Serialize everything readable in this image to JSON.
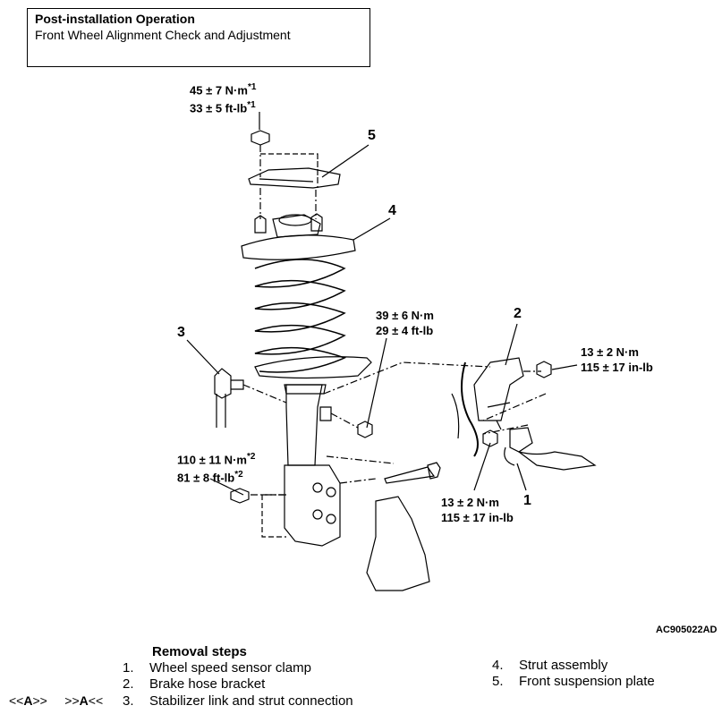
{
  "header": {
    "title": "Post-installation Operation",
    "subtitle": "Front Wheel Alignment Check and Adjustment"
  },
  "torque": {
    "t1_nm": "45 ± 7 N·m",
    "t1_nm_sup": "*1",
    "t1_ftlb": "33 ± 5 ft-lb",
    "t1_ftlb_sup": "*1",
    "t2_nm": "39 ± 6 N·m",
    "t2_ftlb": "29 ± 4 ft-lb",
    "t3_nm": "13 ± 2 N·m",
    "t3_inlb": "115 ± 17 in-lb",
    "t4_nm": "110 ± 11 N·m",
    "t4_nm_sup": "*2",
    "t4_ftlb": "81 ± 8 ft-lb",
    "t4_ftlb_sup": "*2",
    "t5_nm": "13 ± 2 N·m",
    "t5_inlb": "115 ± 17 in-lb"
  },
  "callouts": [
    "1",
    "2",
    "3",
    "4",
    "5"
  ],
  "figure_code": "AC905022AD",
  "removal": {
    "title": "Removal steps",
    "steps": [
      {
        "n": "1.",
        "text": "Wheel speed sensor clamp"
      },
      {
        "n": "2.",
        "text": "Brake hose bracket"
      },
      {
        "n": "3.",
        "text": "Stabilizer link and strut connection"
      },
      {
        "n": "4.",
        "text": "Strut assembly"
      },
      {
        "n": "5.",
        "text": "Front suspension plate"
      }
    ],
    "marker_left": "<<",
    "marker_a1": "A",
    "marker_mid": ">>",
    "marker_right_open": ">>",
    "marker_a2": "A",
    "marker_right_close": "<<"
  }
}
